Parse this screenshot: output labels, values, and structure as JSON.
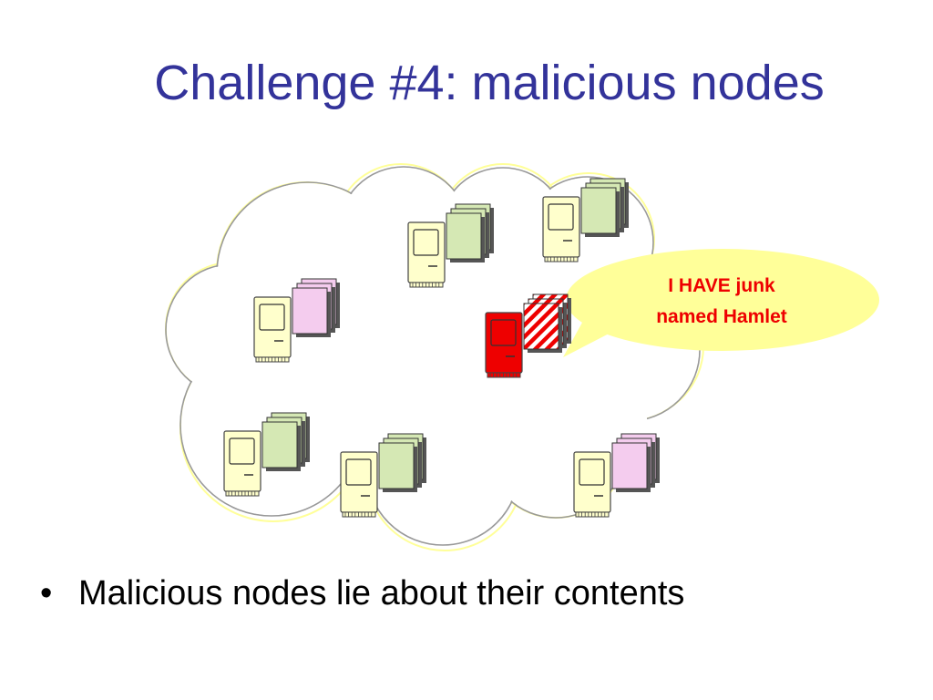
{
  "slide": {
    "title": "Challenge #4: malicious nodes",
    "callout": {
      "lines": [
        "I HAVE junk",
        "named Hamlet"
      ]
    },
    "bullets": [
      {
        "marker": "•",
        "text": "Malicious nodes lie about their contents"
      }
    ]
  },
  "diagram": {
    "nodes": [
      {
        "kind": "honest",
        "files": "green"
      },
      {
        "kind": "honest",
        "files": "green"
      },
      {
        "kind": "honest",
        "files": "pink"
      },
      {
        "kind": "malicious",
        "files": "junk"
      },
      {
        "kind": "honest",
        "files": "green"
      },
      {
        "kind": "honest",
        "files": "green"
      },
      {
        "kind": "honest",
        "files": "pink"
      }
    ],
    "colors": {
      "title": "#33339a",
      "computer": "#ffffcc",
      "malicious_computer": "#ee0000",
      "file_green": "#d5e8b4",
      "file_pink": "#f4ccee",
      "callout_fill": "#ffff99",
      "callout_text": "#ee0000",
      "cloud_outline": "#999999",
      "cloud_halo": "#ffff99"
    }
  }
}
